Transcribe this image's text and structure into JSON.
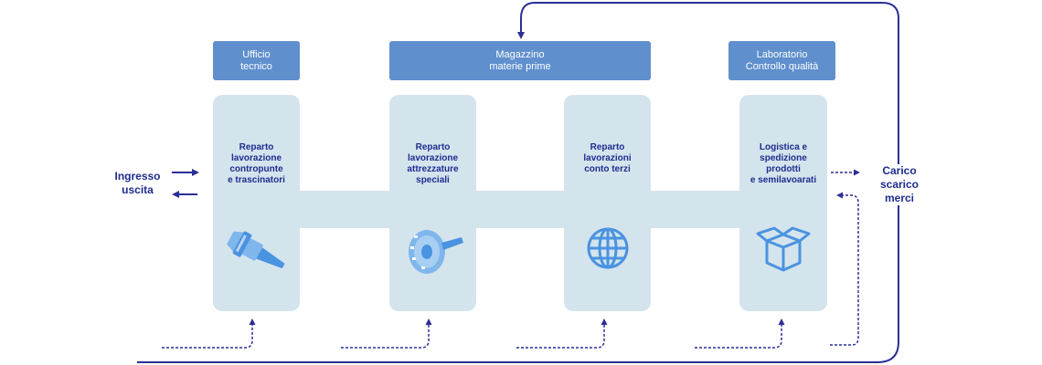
{
  "header_boxes": [
    {
      "label": "Ufficio\ntecnico"
    },
    {
      "label": "Magazzino\nmaterie prime"
    },
    {
      "label": "Laboratorio\nControllo qualità"
    }
  ],
  "departments": [
    {
      "label": "Reparto\nlavorazione\ncontropunte\ne trascinatori",
      "icon": "lathe-center-icon"
    },
    {
      "label": "Reparto\nlavorazione\nattrezzature\nspeciali",
      "icon": "gear-part-icon"
    },
    {
      "label": "Reparto\nlavorazioni\nconto terzi",
      "icon": "globe-icon"
    },
    {
      "label": "Logistica e\nspedizione\nprodotti\ne semilavoarati",
      "icon": "box-icon"
    }
  ],
  "left_label": "Ingresso\nuscita",
  "right_label": "Carico\nscarico\nmerci",
  "colors": {
    "header_box": "#5f8fcd",
    "panel": "#d4e4ed",
    "text_dark": "#1e2c8f",
    "arrow": "#2b2f95",
    "icon_blue": "#4a93e0"
  }
}
